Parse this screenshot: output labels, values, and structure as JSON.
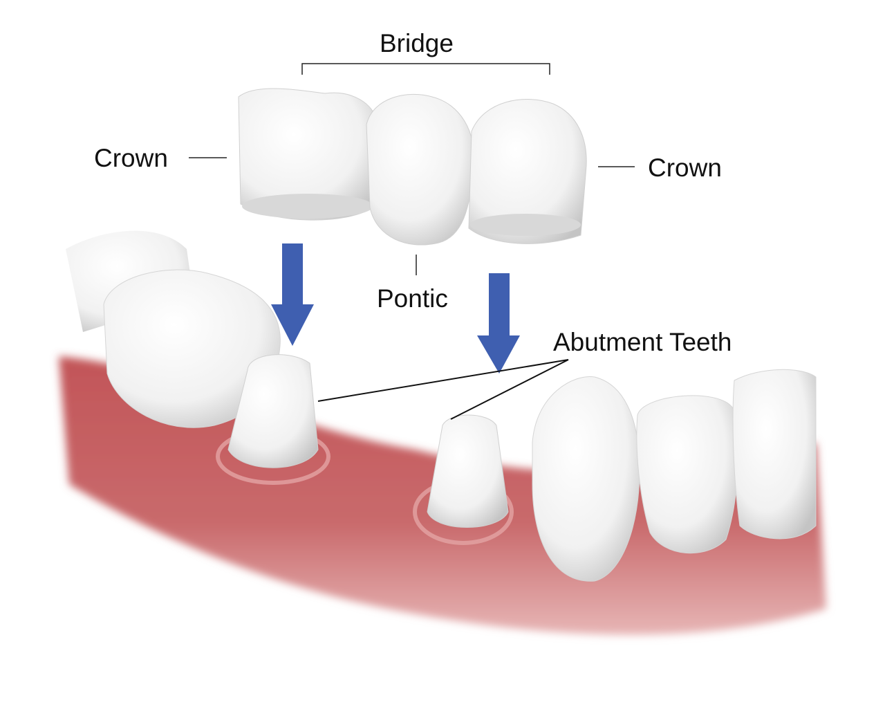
{
  "labels": {
    "bridge": "Bridge",
    "crown_left": "Crown",
    "crown_right": "Crown",
    "pontic": "Pontic",
    "abutment": "Abutment Teeth"
  },
  "colors": {
    "arrow": "#3f5fb0",
    "gum": "#c0595c",
    "gum_light": "#d98a8a",
    "tooth": "#f7f7f7",
    "tooth_shade": "#cfcfcf",
    "leader": "#111111"
  }
}
